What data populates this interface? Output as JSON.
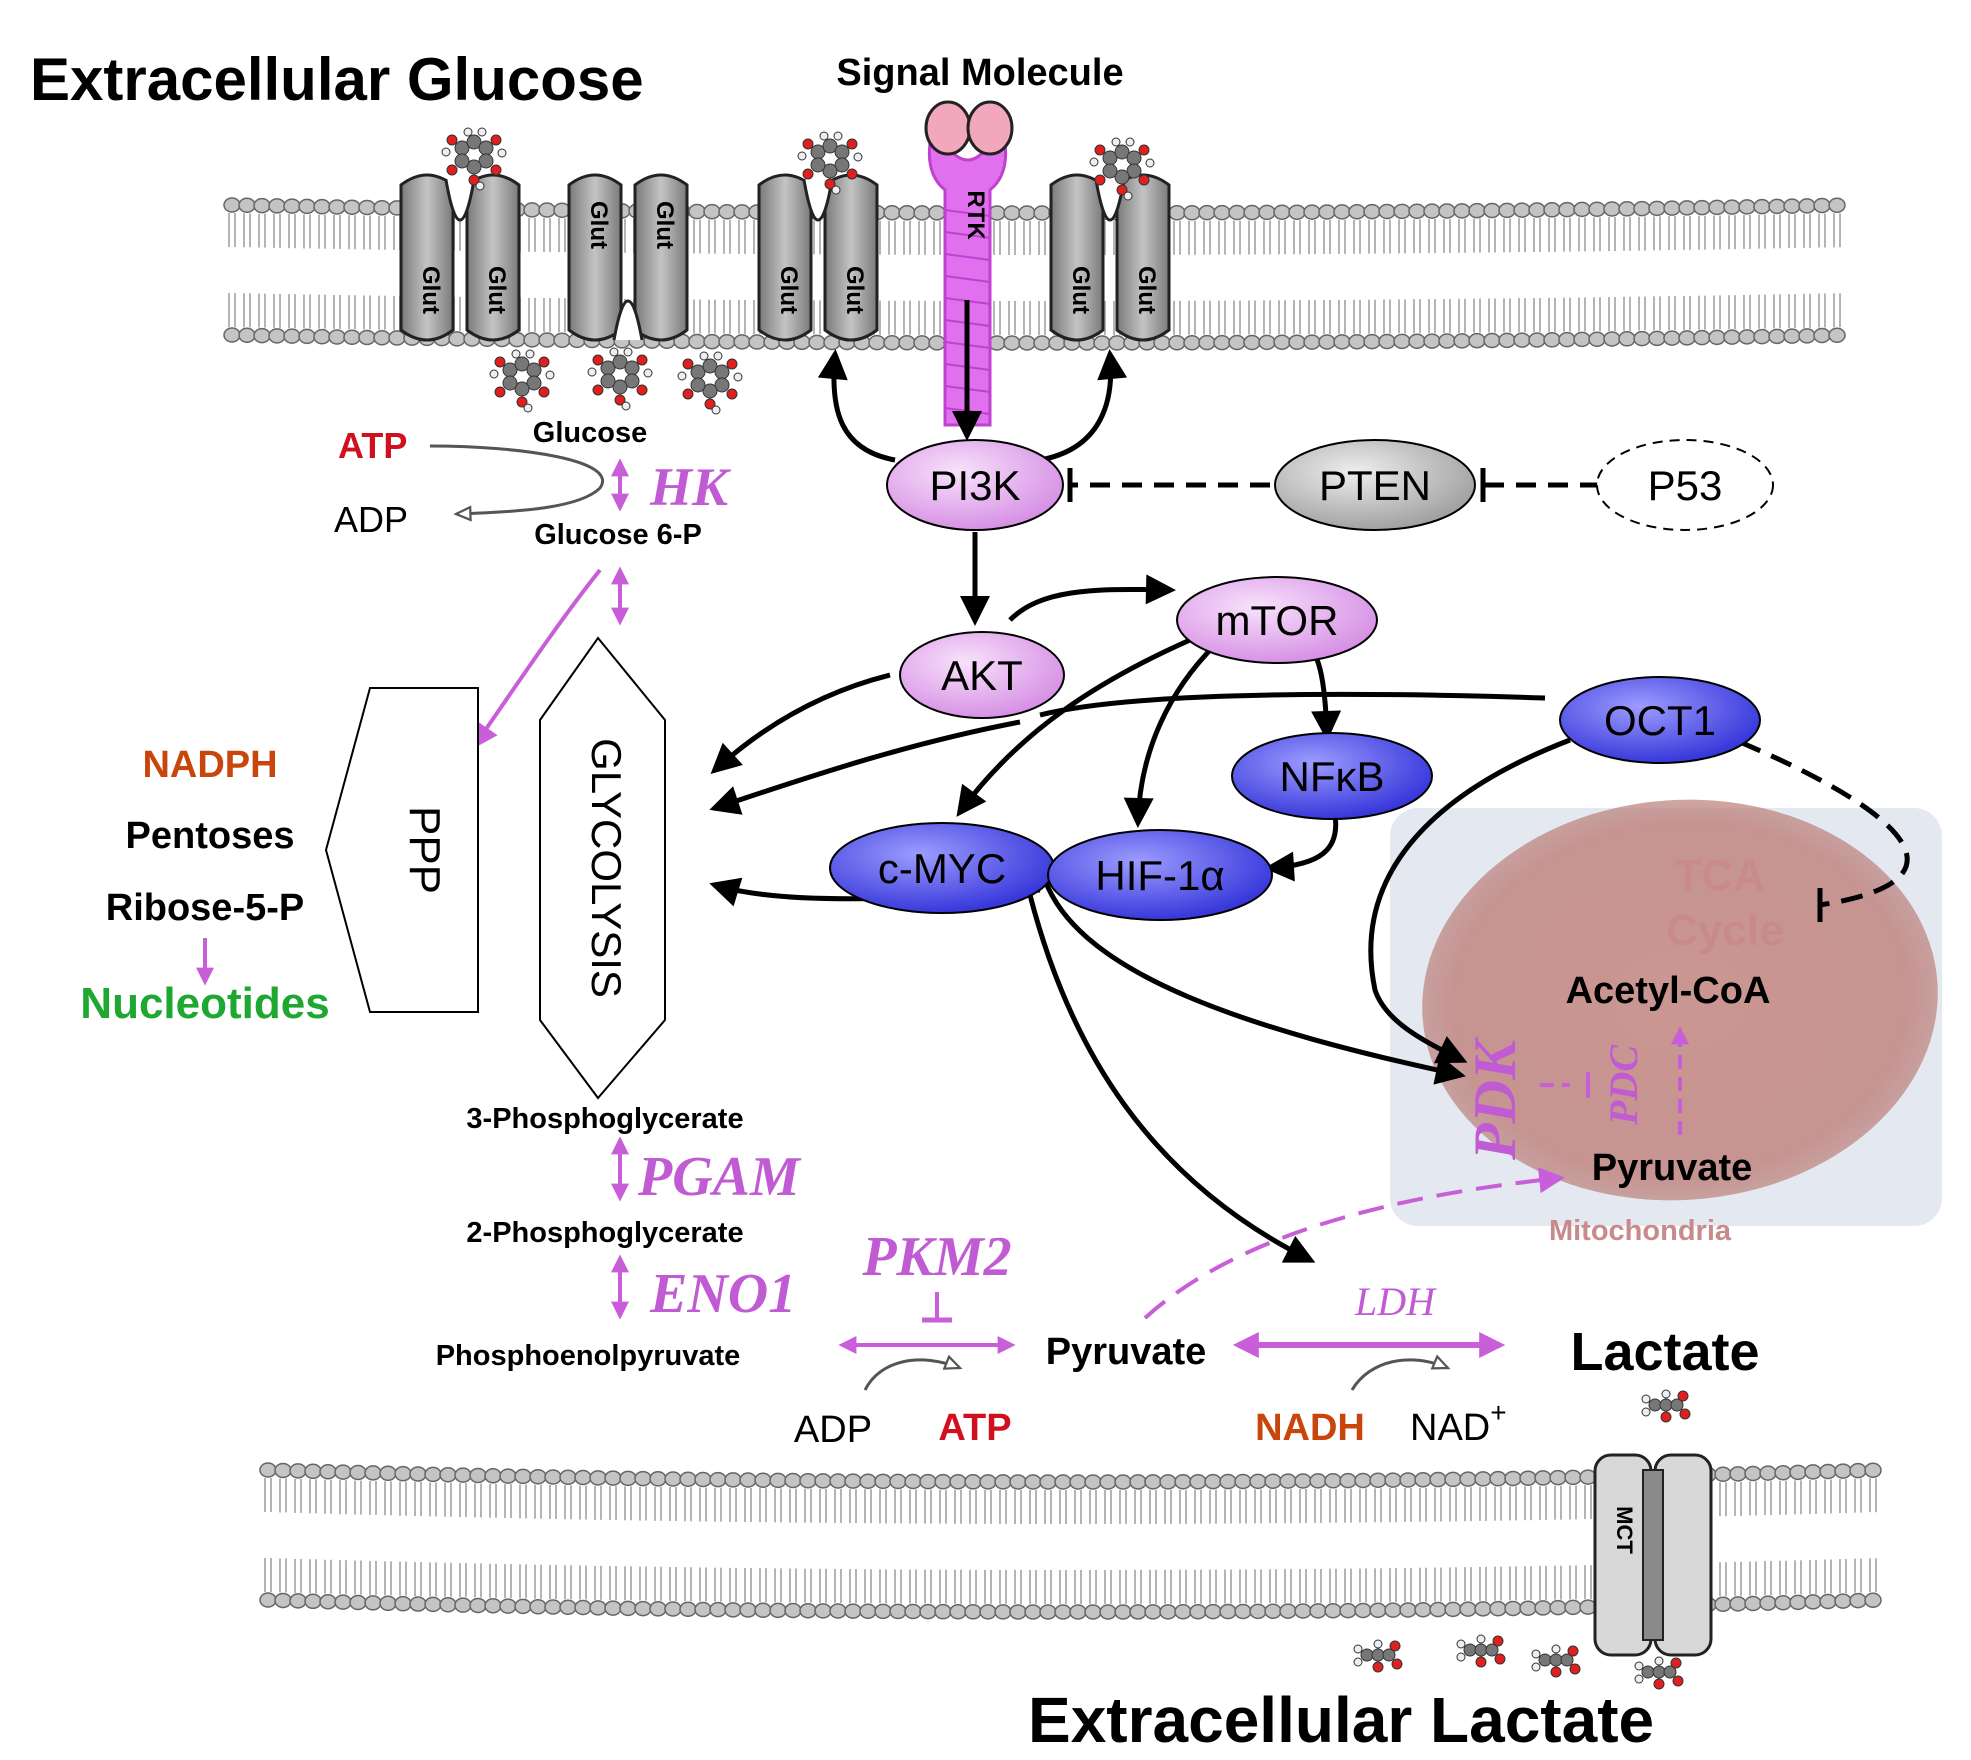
{
  "colors": {
    "magenta": "#c85ed8",
    "magenta_text": "#c05bd4",
    "node_pink": "#e7b3ef",
    "node_blue": "#6a6af0",
    "node_grey": "#c8c8c8",
    "red": "#d0101e",
    "orange": "#c8460c",
    "green": "#1ea832",
    "mito_text": "#c98a8a",
    "mito_body": "#c48b86",
    "membrane": "#b9b9b9",
    "transporter": "#9a9a9a"
  },
  "labels": {
    "extracellular_glucose": "Extracellular Glucose",
    "signal_molecule": "Signal Molecule",
    "extracellular_lactate": "Extracellular Lactate",
    "glut": "Glut",
    "rtk": "RTK",
    "mct": "MCT",
    "glucose": "Glucose",
    "glucose6p": "Glucose 6-P",
    "atp_top": "ATP",
    "adp_top": "ADP",
    "hk": "HK",
    "ppp": "PPP",
    "glycolysis": "GLYCOLYSIS",
    "nadph": "NADPH",
    "pentoses": "Pentoses",
    "ribose5p": "Ribose-5-P",
    "nucleotides": "Nucleotides",
    "pg3": "3-Phosphoglycerate",
    "pgam": "PGAM",
    "pg2": "2-Phosphoglycerate",
    "eno1": "ENO1",
    "pep": "Phosphoenolpyruvate",
    "pkm2": "PKM2",
    "pyruvate": "Pyruvate",
    "ldh": "LDH",
    "lactate": "Lactate",
    "adp_bottom": "ADP",
    "atp_bottom": "ATP",
    "nadh": "NADH",
    "nad": "NAD",
    "nad_sup": "+",
    "tca_line1": "TCA",
    "tca_line2": "Cycle",
    "acetyl_coa": "Acetyl-CoA",
    "pdk": "PDK",
    "pdc": "PDC",
    "mito_pyruvate": "Pyruvate",
    "mitochondria": "Mitochondria"
  },
  "nodes": {
    "pi3k": "PI3K",
    "pten": "PTEN",
    "p53": "P53",
    "akt": "AKT",
    "mtor": "mTOR",
    "oct1": "OCT1",
    "nfkb": "NFκB",
    "cmyc": "c-MYC",
    "hif1a": "HIF-1α"
  }
}
